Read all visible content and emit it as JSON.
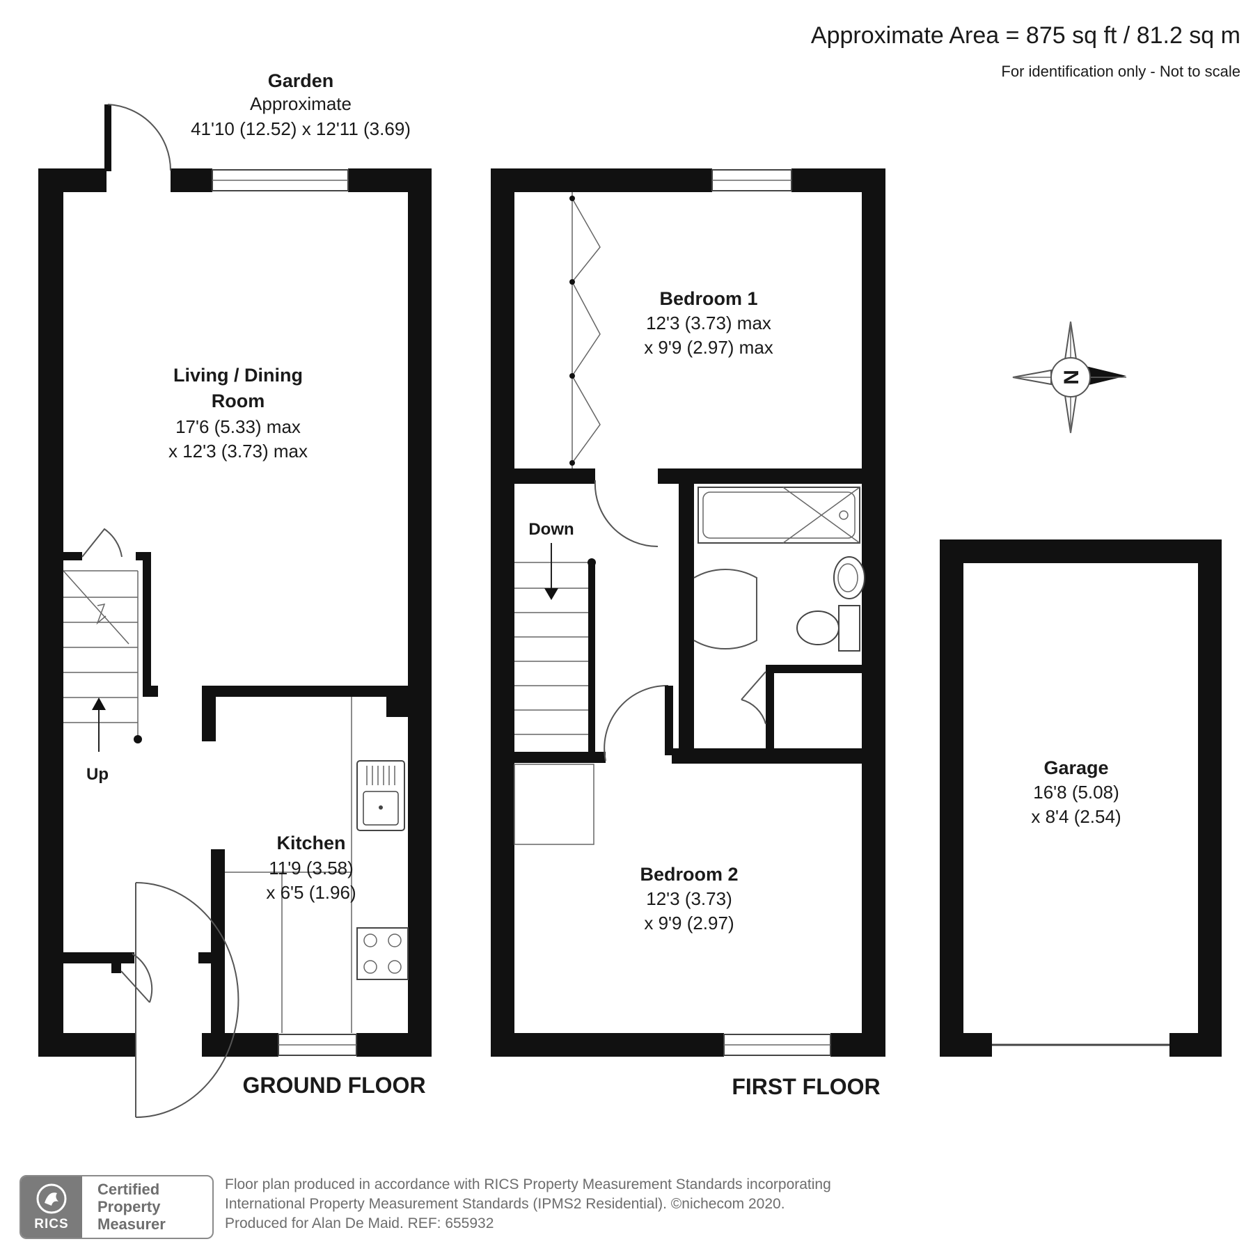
{
  "header": {
    "area": "Approximate Area = 875 sq ft / 81.2 sq m",
    "disclaimer": "For identification only - Not to scale"
  },
  "garden": {
    "name": "Garden",
    "line1": "Approximate",
    "line2": "41'10 (12.52) x 12'11 (3.69)"
  },
  "ground_floor": {
    "label": "GROUND FLOOR",
    "stairs_label": "Up",
    "rooms": [
      {
        "name_line1": "Living / Dining",
        "name_line2": "Room",
        "dim1": "17'6 (5.33) max",
        "dim2": "x 12'3 (3.73) max"
      },
      {
        "name": "Kitchen",
        "dim1": "11'9 (3.58)",
        "dim2": "x 6'5 (1.96)"
      }
    ]
  },
  "first_floor": {
    "label": "FIRST FLOOR",
    "stairs_label": "Down",
    "rooms": [
      {
        "name": "Bedroom 1",
        "dim1": "12'3 (3.73) max",
        "dim2": "x 9'9 (2.97) max"
      },
      {
        "name": "Bedroom 2",
        "dim1": "12'3 (3.73)",
        "dim2": "x 9'9 (2.97)"
      }
    ]
  },
  "garage": {
    "name": "Garage",
    "dim1": "16'8 (5.08)",
    "dim2": "x 8'4 (2.54)"
  },
  "compass": {
    "letter": "N",
    "icon": "compass-icon"
  },
  "footer": {
    "line1": "Floor plan produced in accordance with RICS Property Measurement Standards incorporating",
    "line2": "International Property Measurement Standards (IPMS2 Residential).   ©nichecom 2020.",
    "line3": "Produced for Alan De Maid.   REF: 655932"
  },
  "badge": {
    "logo": "RICS",
    "line1": "Certified",
    "line2": "Property",
    "line3": "Measurer"
  },
  "colors": {
    "wall": "#111111",
    "line": "#555555",
    "footer_text": "#6d6d6d",
    "badge_grey": "#7b7b7b"
  }
}
